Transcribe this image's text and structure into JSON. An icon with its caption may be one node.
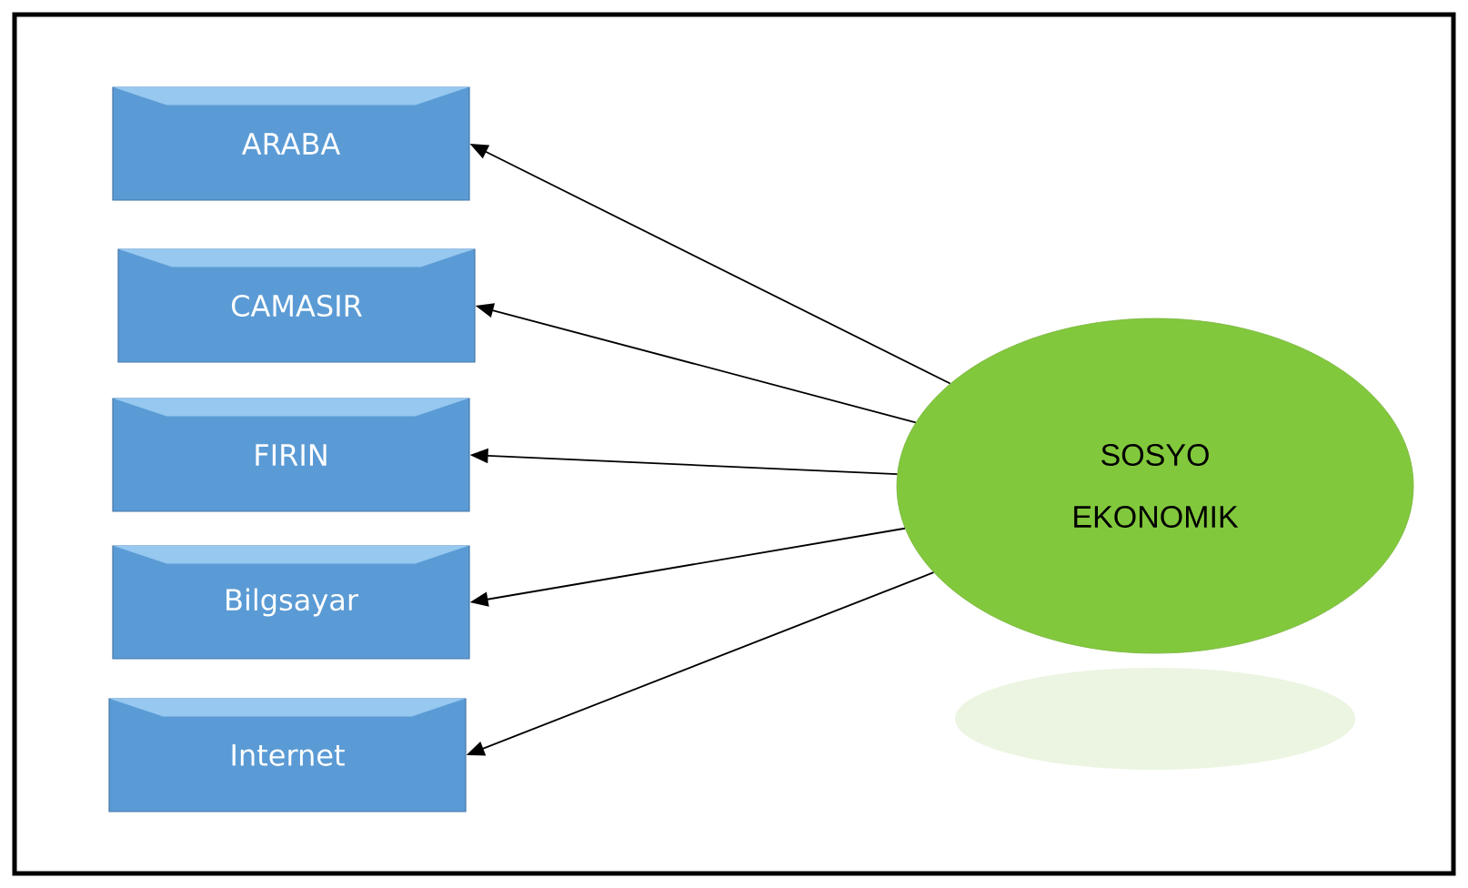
{
  "diagram": {
    "nodes": [
      {
        "text": [
          "ARABA"
        ]
      },
      {
        "text": [
          "CAMASIR"
        ]
      },
      {
        "text": [
          "FIRIN"
        ]
      },
      {
        "text": [
          "Bilgsayar"
        ]
      },
      {
        "text": [
          "Internet"
        ]
      },
      {
        "text": [
          "SOSYO EKONOMIK"
        ]
      }
    ],
    "edges": [
      {
        "from": 5,
        "to": 0,
        "arrow": "to"
      },
      {
        "from": 5,
        "to": 1,
        "arrow": "to"
      },
      {
        "from": 5,
        "to": 2,
        "arrow": "to"
      },
      {
        "from": 5,
        "to": 3,
        "arrow": "to"
      },
      {
        "from": 5,
        "to": 4,
        "arrow": "to"
      }
    ]
  }
}
